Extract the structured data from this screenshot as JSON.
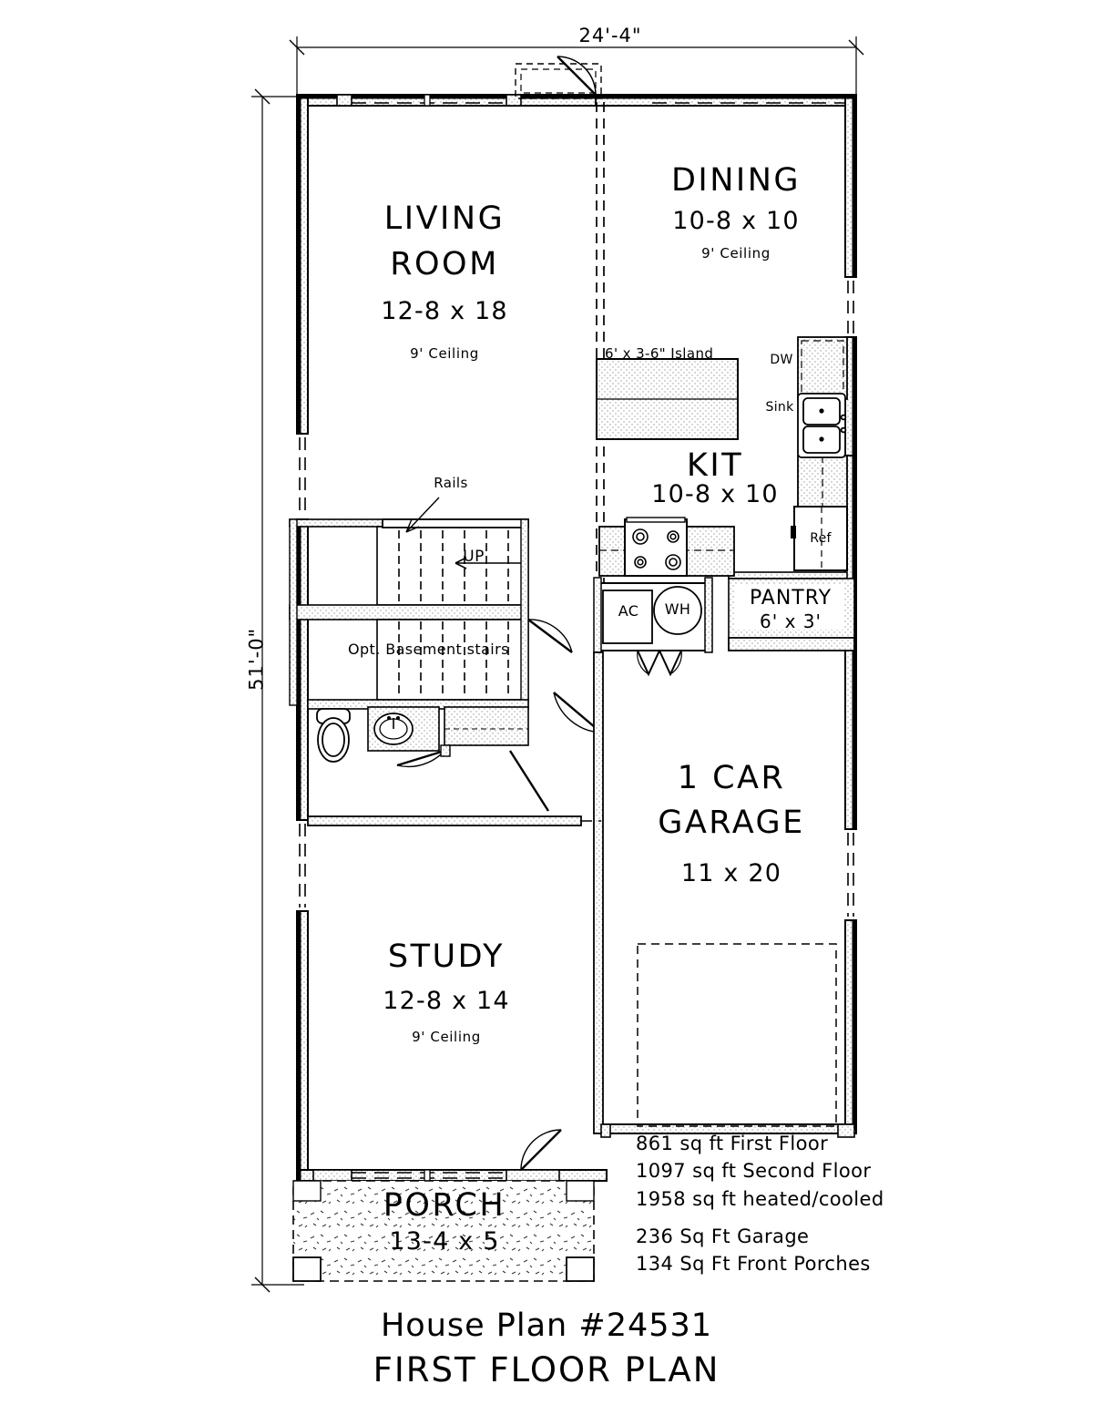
{
  "sheet": {
    "title_line1": "House Plan #24531",
    "title_line2": "FIRST FLOOR PLAN"
  },
  "dimensions": {
    "overall_width": "24'-4\"",
    "overall_depth": "51'-0\""
  },
  "rooms": [
    {
      "id": "living",
      "name": "LIVING",
      "name2": "ROOM",
      "size": "12-8 x 18",
      "ceiling": "9' Ceiling"
    },
    {
      "id": "dining",
      "name": "DINING",
      "name2": "",
      "size": "10-8 x 10",
      "ceiling": "9' Ceiling"
    },
    {
      "id": "kitchen",
      "name": "KIT",
      "name2": "",
      "size": "10-8 x 10",
      "ceiling": ""
    },
    {
      "id": "garage",
      "name": "1 CAR",
      "name2": "GARAGE",
      "size": "11 x 20",
      "ceiling": ""
    },
    {
      "id": "study",
      "name": "STUDY",
      "name2": "",
      "size": "12-8 x 14",
      "ceiling": "9' Ceiling"
    },
    {
      "id": "porch",
      "name": "PORCH",
      "name2": "",
      "size": "13-4 x 5",
      "ceiling": ""
    },
    {
      "id": "pantry",
      "name": "PANTRY",
      "name2": "",
      "size": "6' x 3'",
      "ceiling": ""
    }
  ],
  "annotations": {
    "island": "6' x 3-6\" Island",
    "dishwasher": "DW",
    "sink": "Sink",
    "refrigerator": "Ref",
    "air_conditioner": "AC",
    "water_heater": "WH",
    "rails": "Rails",
    "stairs_up": "UP",
    "basement_stairs": "Opt. Basement stairs"
  },
  "areas": {
    "group1": [
      "861 sq ft First Floor",
      "1097 sq ft Second Floor",
      "1958 sq ft heated/cooled"
    ],
    "group2": [
      "236 Sq Ft Garage",
      "134 Sq Ft Front Porches"
    ]
  },
  "colors": {
    "line": "#000000",
    "wall_fill": "#e8e8e8",
    "cabinet_fill": "#e0e0e0",
    "porch_fill": "#fdfdfd"
  }
}
